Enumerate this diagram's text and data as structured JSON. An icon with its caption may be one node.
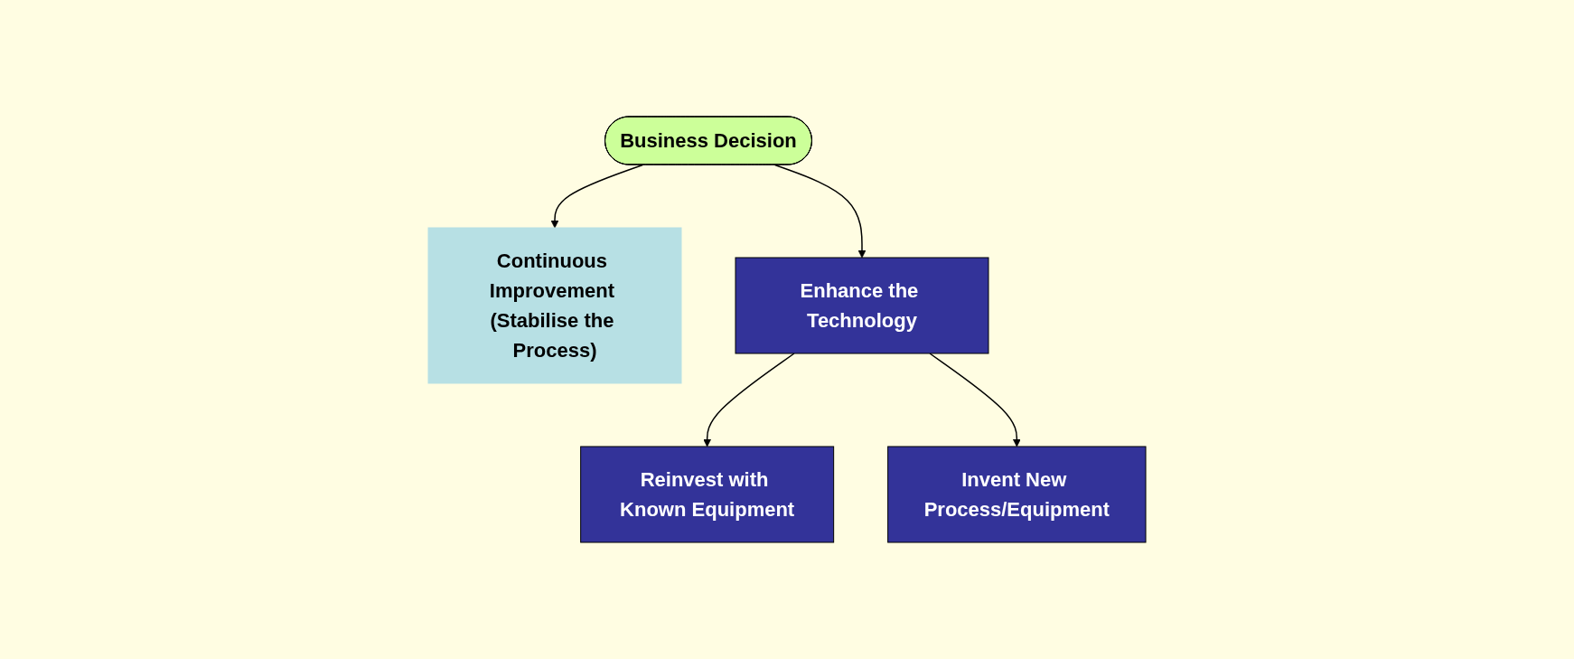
{
  "diagram": {
    "nodes": [
      {
        "text": [
          "Business Decision"
        ]
      },
      {
        "text": [
          "Continuous Improvement (Stabilise the Process)"
        ]
      },
      {
        "text": [
          "Enhance the Technology"
        ]
      },
      {
        "text": [
          "Reinvest with Known Equipment"
        ]
      },
      {
        "text": [
          "Invent New Process/Equipment"
        ]
      }
    ],
    "edges": [
      {
        "from": 0,
        "to": 1,
        "arrow": "to"
      },
      {
        "from": 0,
        "to": 2,
        "arrow": "to"
      },
      {
        "from": 2,
        "to": 3,
        "arrow": "to"
      },
      {
        "from": 2,
        "to": 4,
        "arrow": "to"
      }
    ]
  }
}
